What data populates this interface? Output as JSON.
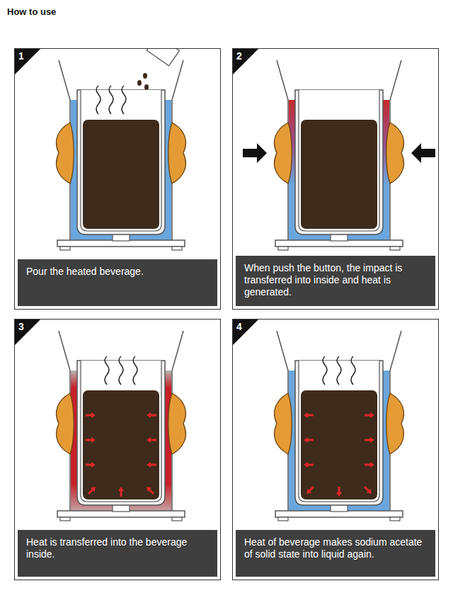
{
  "diagram": {
    "title": "How to use",
    "nodes": [
      {
        "text": [
          "1"
        ]
      },
      {
        "text": [
          "Pour the heated beverage."
        ],
        "in": 0
      },
      {
        "text": [
          "2"
        ]
      },
      {
        "text": [
          "When push the button, the impact is transferred into inside and heat is generated."
        ],
        "in": 2
      },
      {
        "text": [
          "3"
        ]
      },
      {
        "text": [
          "Heat is transferred into the beverage inside."
        ],
        "in": 4
      },
      {
        "text": [
          "4"
        ]
      },
      {
        "text": [
          "Heat of beverage makes sodium acetate of solid state into liquid again."
        ],
        "in": 6
      }
    ]
  }
}
